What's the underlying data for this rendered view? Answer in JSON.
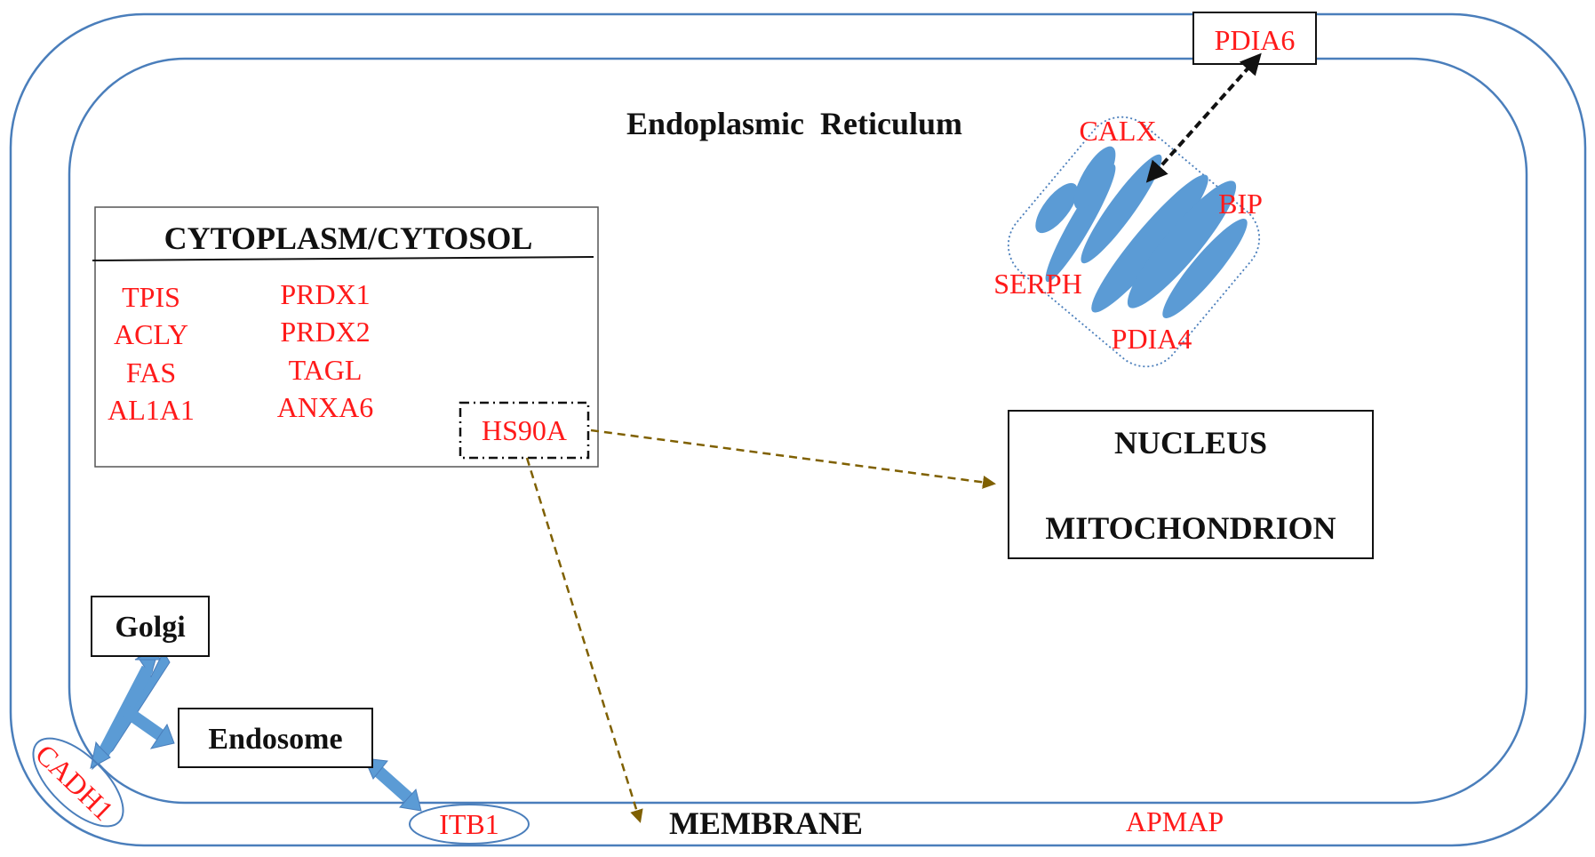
{
  "compartments": {
    "endoplasmic_reticulum": "Endoplasmic  Reticulum",
    "cytoplasm": "CYTOPLASM/CYTOSOL",
    "nucleus": "NUCLEUS",
    "mitochondrion": "MITOCHONDRION",
    "golgi": "Golgi",
    "endosome": "Endosome",
    "membrane": "MEMBRANE"
  },
  "cytoplasm_proteins": {
    "col1": [
      "TPIS",
      "ACLY",
      "FAS",
      "AL1A1"
    ],
    "col2": [
      "PRDX1",
      "PRDX2",
      "TAGL",
      "ANXA6"
    ],
    "highlighted": "HS90A"
  },
  "er_proteins": {
    "calx": "CALX",
    "bip": "BIP",
    "serph": "SERPH",
    "pdia4": "PDIA4",
    "pdia6": "PDIA6"
  },
  "membrane_proteins": {
    "cadh1": "CADH1",
    "itb1": "ITB1",
    "apmap": "APMAP"
  },
  "colors": {
    "protein_label": "#ff1a1a",
    "membrane_outline": "#4a7ebb",
    "er_fill": "#5b9bd5",
    "transport_arrow": "#5b9bd5",
    "dashed_arrow": "#7f6000",
    "text": "#111111"
  }
}
